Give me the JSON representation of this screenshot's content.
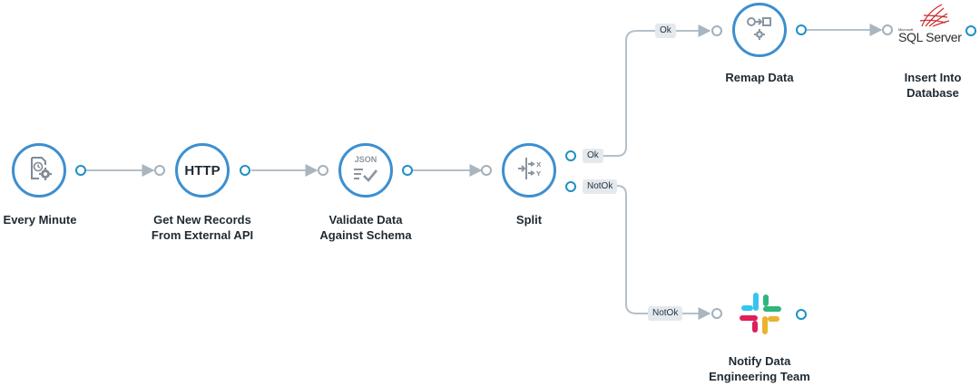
{
  "nodes": {
    "every_minute": {
      "label": "Every Minute",
      "icon": "schedule-icon"
    },
    "http": {
      "label": "Get New Records\nFrom External API",
      "icon_text": "HTTP"
    },
    "validate": {
      "label": "Validate Data\nAgainst Schema",
      "icon": "json-schema-icon",
      "icon_text": "JSON"
    },
    "split": {
      "label": "Split",
      "icon": "split-icon"
    },
    "remap": {
      "label": "Remap Data",
      "icon": "remap-icon"
    },
    "insert": {
      "label": "Insert Into\nDatabase",
      "icon": "sql-server-icon",
      "logo_small": "Microsoft",
      "logo_text": "SQL Server"
    },
    "notify": {
      "label": "Notify Data\nEngineering Team",
      "icon": "slack-icon"
    }
  },
  "branches": {
    "split_ok": "Ok",
    "split_notok": "NotOk",
    "remap_in": "Ok",
    "notify_in": "NotOk"
  },
  "colors": {
    "node_border": "#3d8fd0",
    "port_out": "#1f8fc6",
    "port_in": "#a4b0ba",
    "wire": "#b4c0c9",
    "label_bg": "#e4e9ee",
    "slack_blue": "#36c5f0",
    "slack_green": "#2eb67d",
    "slack_red": "#e01e5a",
    "slack_yellow": "#ecb22e",
    "sql_red": "#cc2927"
  }
}
